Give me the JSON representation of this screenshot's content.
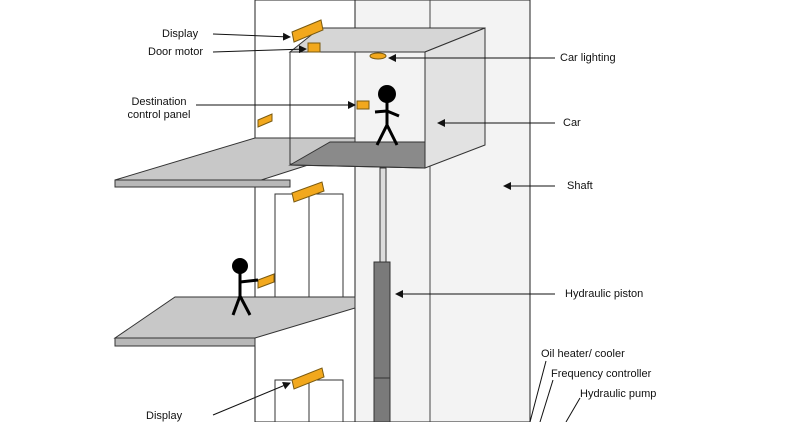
{
  "labels": {
    "display_top": "Display",
    "door_motor": "Door motor",
    "destination_control_panel": "Destination control panel",
    "car_lighting": "Car lighting",
    "car": "Car",
    "shaft": "Shaft",
    "hydraulic_piston": "Hydraulic piston",
    "oil_heater_cooler": "Oil heater/ cooler",
    "frequency_controller": "Frequency controller",
    "hydraulic_pump": "Hydraulic pump",
    "display_bottom": "Display"
  },
  "colors": {
    "accent_component": "#f2a81d",
    "floor_slab": "#c8c8c8",
    "car_floor": "#8a8a8a",
    "shaft_fill": "#f2f2f2",
    "car_side": "#e2e2e2",
    "piston": "#777777"
  }
}
